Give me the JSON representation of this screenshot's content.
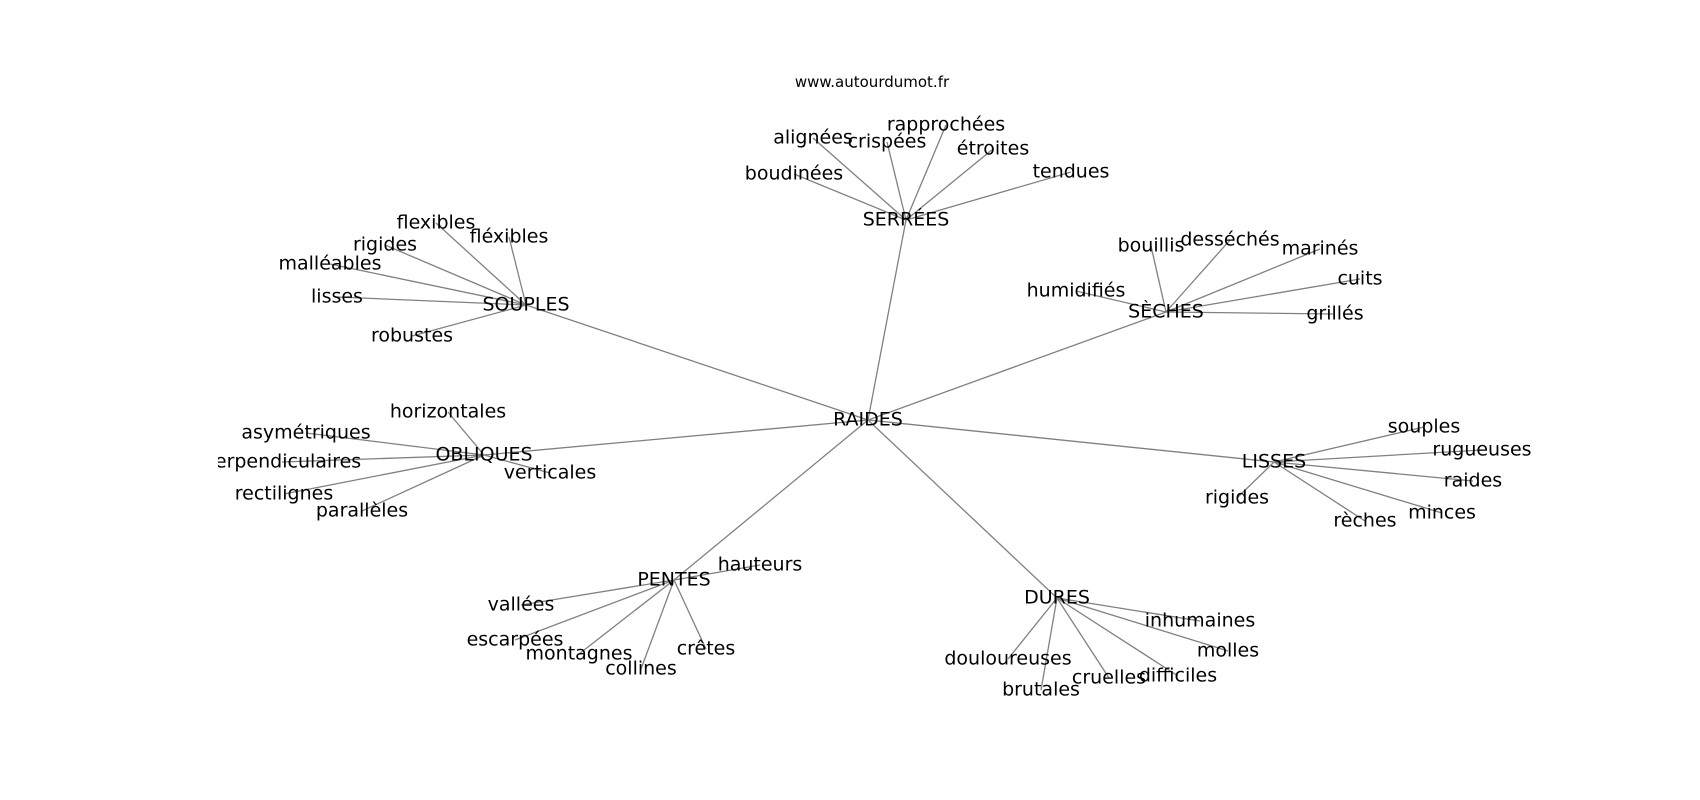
{
  "source": "www.autourdumot.fr",
  "colors": {
    "edge": "#808080",
    "text": "#000000",
    "background": "#ffffff"
  },
  "center": "RAIDES",
  "groups": [
    {
      "hub": "SERRÉES",
      "words": [
        "alignées",
        "crispées",
        "rapprochées",
        "étroites",
        "tendues",
        "boudinées"
      ]
    },
    {
      "hub": "SOUPLES",
      "words": [
        "flexibles",
        "fléxibles",
        "rigides",
        "malléables",
        "lisses",
        "robustes"
      ]
    },
    {
      "hub": "SÈCHES",
      "words": [
        "bouillis",
        "desséchés",
        "marinés",
        "cuits",
        "humidifiés",
        "grillés"
      ]
    },
    {
      "hub": "OBLIQUES",
      "words": [
        "horizontales",
        "asymétriques",
        "perpendiculaires",
        "verticales",
        "rectilignes",
        "parallèles"
      ]
    },
    {
      "hub": "LISSES",
      "words": [
        "souples",
        "rugueuses",
        "raides",
        "rigides",
        "minces",
        "rèches"
      ]
    },
    {
      "hub": "PENTES",
      "words": [
        "hauteurs",
        "vallées",
        "escarpées",
        "montagnes",
        "collines",
        "crêtes"
      ]
    },
    {
      "hub": "DURES",
      "words": [
        "inhumaines",
        "molles",
        "douloureuses",
        "brutales",
        "cruelles",
        "difficiles"
      ]
    }
  ]
}
